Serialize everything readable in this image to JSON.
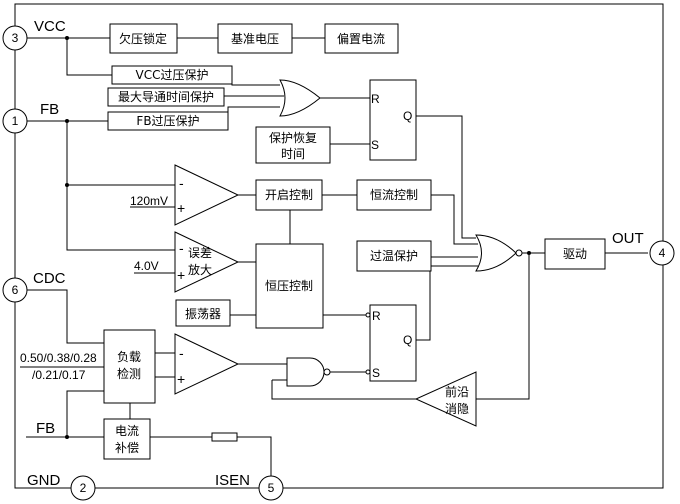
{
  "pins": {
    "vcc": {
      "number": "3",
      "label": "VCC"
    },
    "fb": {
      "number": "1",
      "label": "FB"
    },
    "cdc": {
      "number": "6",
      "label": "CDC"
    },
    "gnd": {
      "number": "2",
      "label": "GND"
    },
    "isen": {
      "number": "5",
      "label": "ISEN"
    },
    "out": {
      "number": "4",
      "label": "OUT"
    }
  },
  "blocks": {
    "uvlo": "欠压锁定",
    "vref": "基准电压",
    "bias": "偏置电流",
    "vcc_ovp": "VCC过压保护",
    "max_on": "最大导通时间保护",
    "fb_ovp": "FB过压保护",
    "recover": [
      "保护恢复",
      "时间"
    ],
    "startup": "开启控制",
    "cc_ctrl": "恒流控制",
    "otp": "过温保护",
    "driver": "驱动",
    "cv_ctrl": "恒压控制",
    "osc": "振荡器",
    "load_detect": [
      "负载",
      "检测"
    ],
    "comp": [
      "电流",
      "补偿"
    ],
    "leb": [
      "前沿",
      "消隐"
    ]
  },
  "flipflops": {
    "top": {
      "r": "R",
      "s": "S",
      "q": "Q"
    },
    "bottom": {
      "r": "R",
      "s": "S",
      "q": "Q"
    }
  },
  "comparator": {
    "ref": "120mV",
    "minus": "-",
    "plus": "+"
  },
  "error_amp": {
    "label": [
      "误差",
      "放大"
    ],
    "ref": "4.0V",
    "minus": "-",
    "plus": "+"
  },
  "cs_comparator": {
    "minus": "-",
    "plus": "+"
  },
  "cdc_levels": [
    "0.50/0.38/0.28",
    "/0.21/0.17"
  ],
  "fb_internal": "FB"
}
